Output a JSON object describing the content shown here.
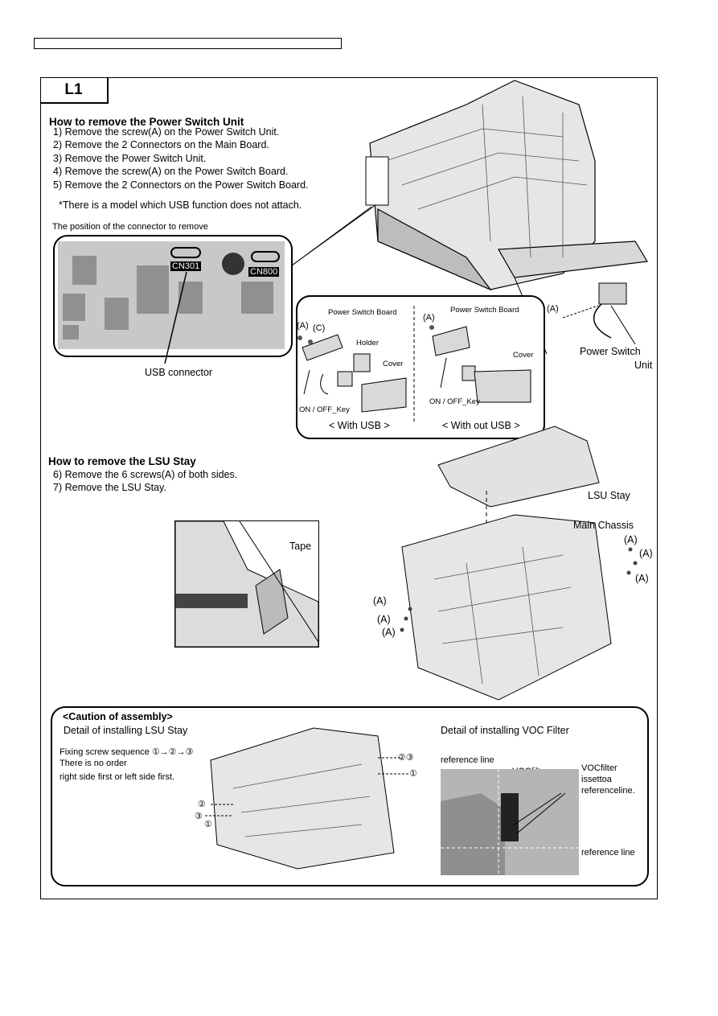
{
  "section_label": "L1",
  "power_switch": {
    "heading": "How to remove the Power Switch Unit",
    "steps": [
      "1) Remove the screw(A) on the Power Switch Unit.",
      "2) Remove the 2 Connectors on the Main Board.",
      "3) Remove the Power Switch Unit.",
      "4) Remove the screw(A) on the Power Switch Board.",
      "5) Remove the 2 Connectors on the Power Switch Board."
    ],
    "note": "*There is a model which USB function does not attach.",
    "connector_caption": "The position of the connector to remove",
    "board_labels": {
      "cn301": "CN301",
      "cn800": "CN800",
      "usb_connector": "USB connector"
    },
    "callout_labels": {
      "a": "(A)",
      "c": "(C)",
      "psb_1": "Power Switch Board",
      "psb_2": "Power Switch Board",
      "holder": "Holder",
      "cover_1": "Cover",
      "cover_2": "Cover",
      "key_1": "ON / OFF_Key",
      "key_2": "ON / OFF_Key",
      "with_usb": "< With USB >",
      "without_usb": "< With out USB >"
    },
    "unit_label_1": "Power Switch",
    "unit_label_2": "Unit"
  },
  "lsu": {
    "heading": "How to remove the LSU Stay",
    "steps": [
      "6) Remove the 6 screws(A) of both sides.",
      "7) Remove the LSU Stay."
    ],
    "tape": "Tape",
    "lsu_stay": "LSU Stay",
    "main_chassis": "Main Chassis",
    "screw": "(A)"
  },
  "caution": {
    "title": "<Caution of assembly>",
    "lsu_detail": "Detail of installing LSU Stay",
    "fixing": "Fixing screw sequence ①→②→③",
    "no_order": "There is no order",
    "side_first": "right side first or left side first.",
    "n1": "①",
    "n2": "②",
    "n3": "③",
    "n23": "②③",
    "voc_detail": "Detail of installing VOC Filter",
    "reference_line": "reference line",
    "voc_filter": "VOCfilter",
    "voc_note_1": "VOCfilter",
    "voc_note_2": "issettoa",
    "voc_note_3": "referenceline."
  }
}
